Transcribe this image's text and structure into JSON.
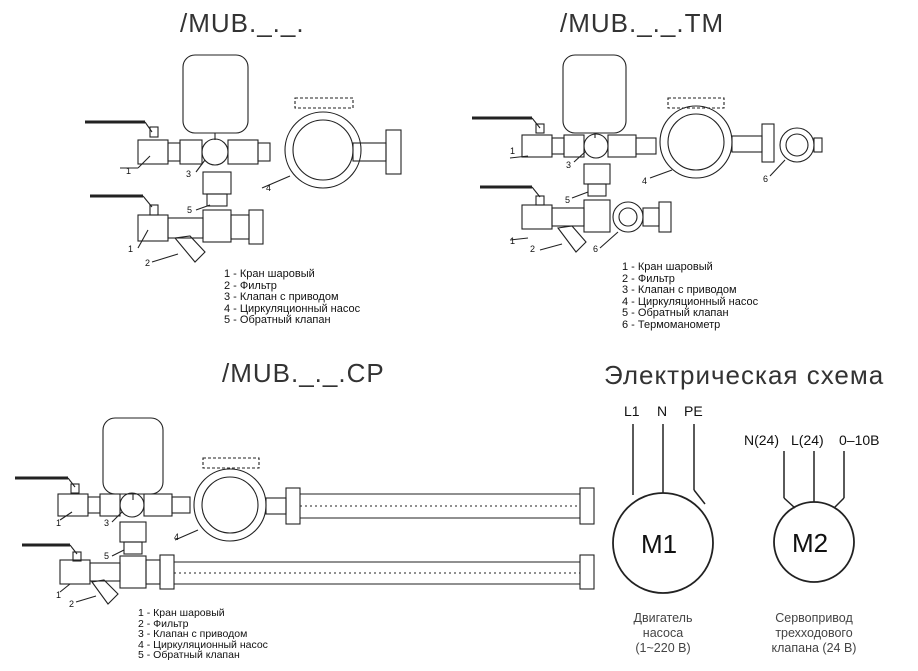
{
  "titles": {
    "mub": "/MUB._._.",
    "mub_tm": "/MUB._._.TM",
    "mub_cp": "/MUB._._.CP",
    "electrical": "Электрическая схема"
  },
  "legend_mub": [
    "1 - Кран шаровый",
    "2 - Фильтр",
    "3 - Клапан с приводом",
    "4 - Циркуляционный насос",
    "5 - Обратный клапан"
  ],
  "legend_tm": [
    "1 - Кран шаровый",
    "2 - Фильтр",
    "3 - Клапан с приводом",
    "4 - Циркуляционный насос",
    "5 - Обратный клапан",
    "6 - Термоманометр"
  ],
  "legend_cp": [
    "1 - Кран шаровый",
    "2 - Фильтр",
    "3 - Клапан с приводом",
    "4 - Циркуляционный насос",
    "5 - Обратный клапан"
  ],
  "callouts": {
    "n1": "1",
    "n2": "2",
    "n3": "3",
    "n4": "4",
    "n5": "5",
    "n6": "6"
  },
  "m1": {
    "terminals": [
      "L1",
      "N",
      "PE"
    ],
    "label": "M1",
    "caption": [
      "Двигатель",
      "насоса",
      "(1~220 В)"
    ]
  },
  "m2": {
    "terminals": [
      "N(24)",
      "L(24)",
      "0–10В"
    ],
    "label": "M2",
    "caption": [
      "Сервопривод",
      "трехходового",
      "клапана (24 В)"
    ]
  }
}
